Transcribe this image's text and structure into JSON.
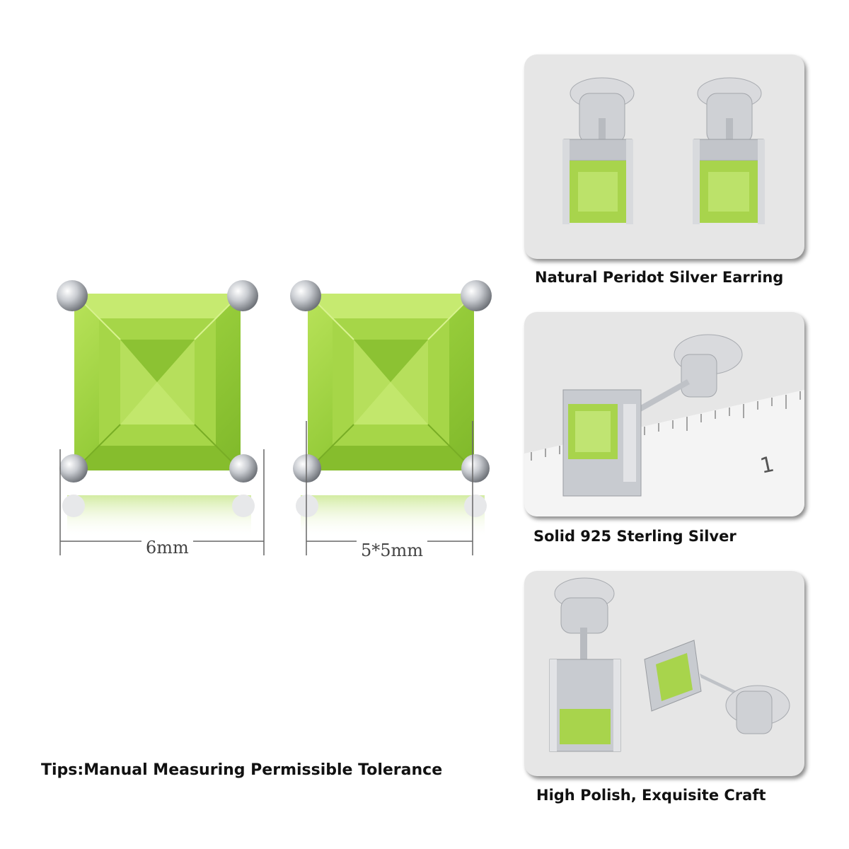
{
  "main": {
    "dimension_left": "6mm",
    "dimension_right": "5*5mm",
    "stone_color": "#9acd32",
    "metal_color": "#c8cbd0"
  },
  "cards": [
    {
      "caption": "Natural Peridot Silver Earring"
    },
    {
      "caption": "Solid 925 Sterling Silver",
      "ruler_number": "1"
    },
    {
      "caption": "High Polish, Exquisite Craft"
    }
  ],
  "tips": "Tips:Manual Measuring Permissible Tolerance"
}
